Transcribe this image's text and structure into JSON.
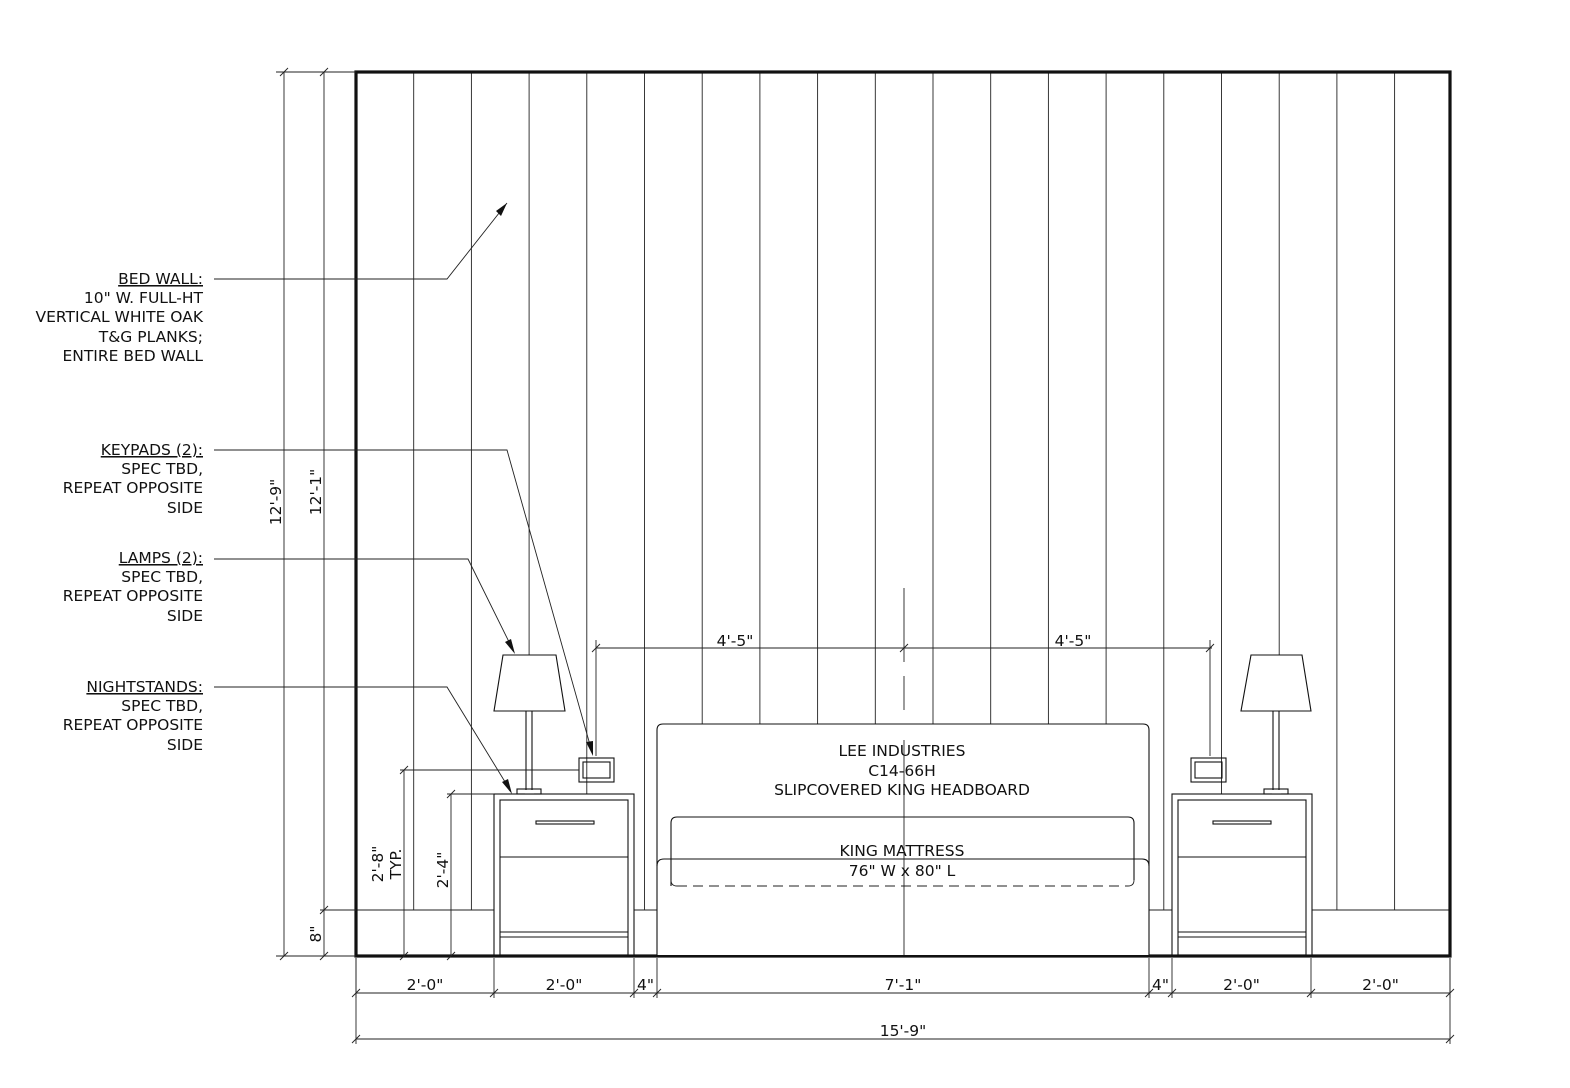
{
  "callouts": {
    "bed_wall": {
      "title": "BED WALL:",
      "lines": [
        "10\" W. FULL-HT",
        "VERTICAL WHITE OAK",
        "T&G PLANKS;",
        "ENTIRE BED WALL"
      ]
    },
    "keypads": {
      "title": "KEYPADS (2):",
      "lines": [
        "SPEC TBD,",
        "REPEAT OPPOSITE",
        "SIDE"
      ]
    },
    "lamps": {
      "title": "LAMPS (2):",
      "lines": [
        "SPEC TBD,",
        "REPEAT OPPOSITE",
        "SIDE"
      ]
    },
    "nightstands": {
      "title": "NIGHTSTANDS:",
      "lines": [
        "SPEC TBD,",
        "REPEAT OPPOSITE",
        "SIDE"
      ]
    }
  },
  "headboard": {
    "lines": [
      "LEE INDUSTRIES",
      "C14-66H",
      "SLIPCOVERED KING HEADBOARD"
    ]
  },
  "mattress": {
    "lines": [
      "KING MATTRESS",
      "76\" W x 80\" L"
    ]
  },
  "dimensions": {
    "overall_height": "12'-9\"",
    "plank_height": "12'-1\"",
    "base_height": "8\"",
    "keypad_height": "2'-8\"",
    "keypad_note": "TYP.",
    "nightstand_height": "2'-4\"",
    "keypad_offset_left": "4'-5\"",
    "keypad_offset_right": "4'-5\"",
    "bottom_row": [
      "2'-0\"",
      "2'-0\"",
      "4\"",
      "7'-1\"",
      "4\"",
      "2'-0\"",
      "2'-0\""
    ],
    "overall_width": "15'-9\""
  }
}
